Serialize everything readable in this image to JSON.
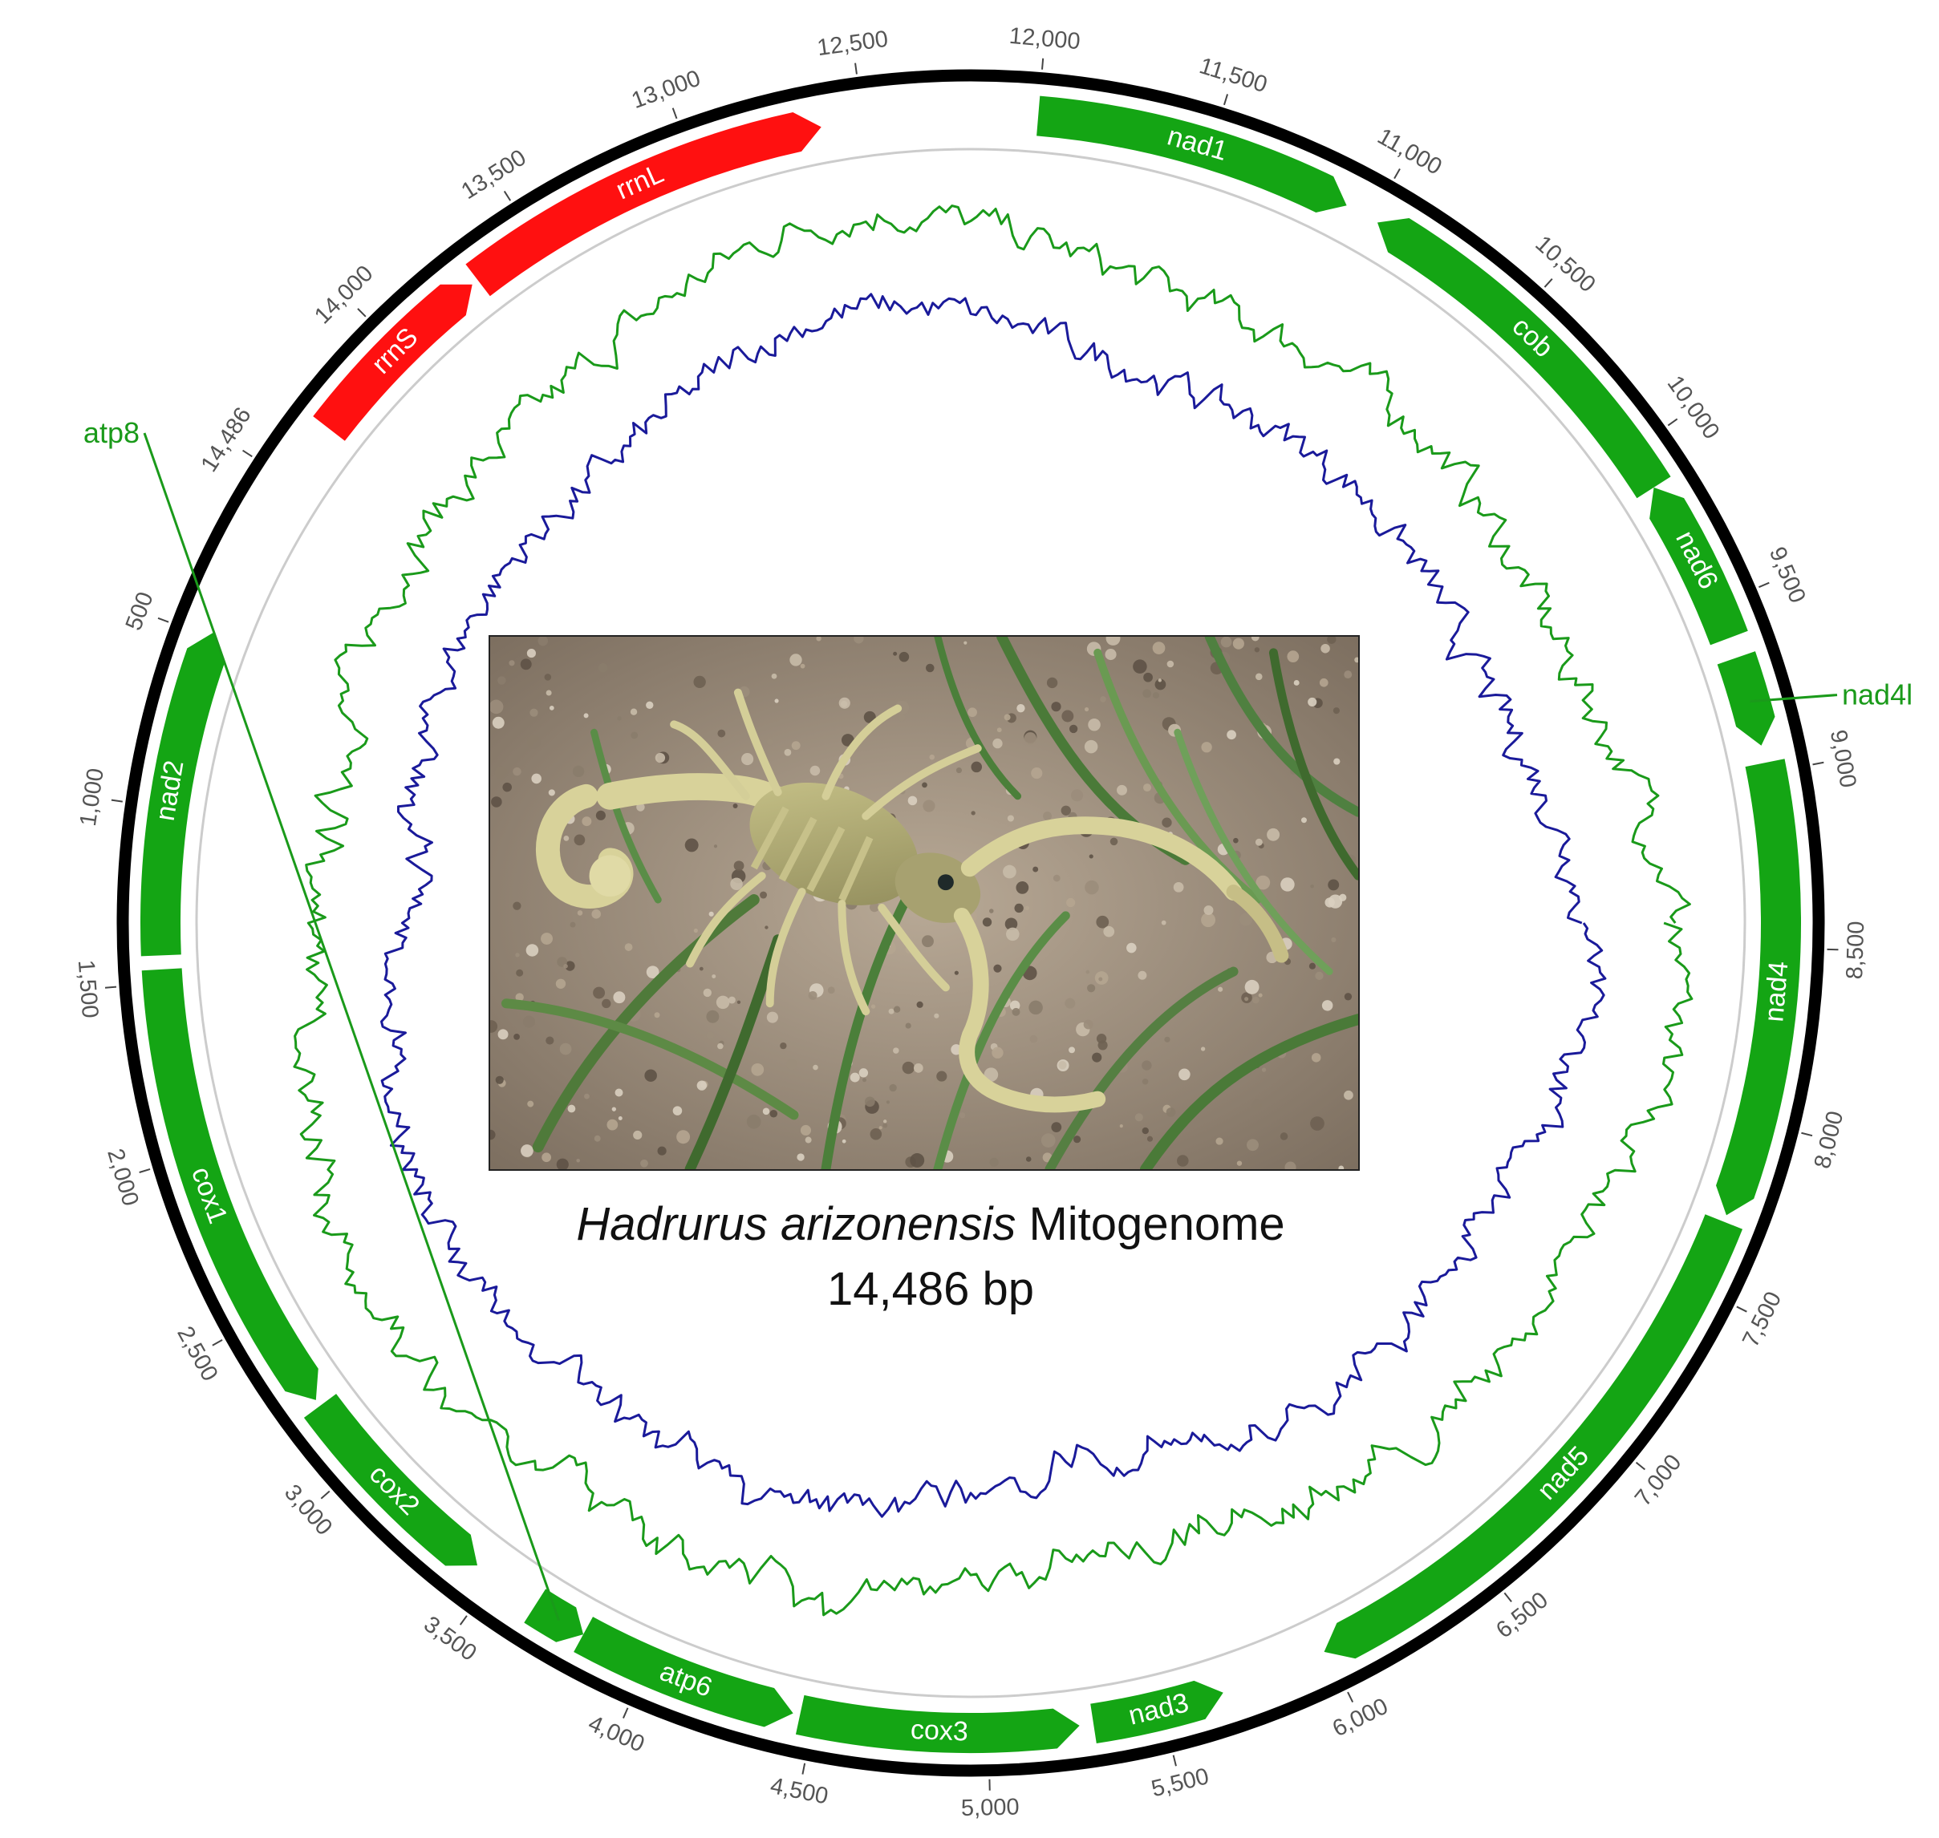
{
  "title": {
    "species": "Hadrurus arizonensis",
    "word": "Mitogenome",
    "length": "14,486 bp"
  },
  "genome": {
    "length_bp": 14486,
    "origin_label": "14,486",
    "scale_ticks": [
      500,
      1000,
      1500,
      2000,
      2500,
      3000,
      3500,
      4000,
      4500,
      5000,
      5500,
      6000,
      6500,
      7000,
      7500,
      8000,
      8500,
      9000,
      9500,
      10000,
      10500,
      11000,
      11500,
      12000,
      12500,
      13000,
      13500,
      14000
    ],
    "tick_labels": [
      "500",
      "1,000",
      "1,500",
      "2,000",
      "2,500",
      "3,000",
      "3,500",
      "4,000",
      "4,500",
      "5,000",
      "5,500",
      "6,000",
      "6,500",
      "7,000",
      "7,500",
      "8,000",
      "8,500",
      "9,000",
      "9,500",
      "10,000",
      "10,500",
      "11,000",
      "11,500",
      "12,000",
      "12,500",
      "13,000",
      "13,500",
      "14,000"
    ]
  },
  "genes": [
    {
      "name": "nad2",
      "start": 480,
      "end": 1420,
      "strand": -1,
      "type": "protein"
    },
    {
      "name": "cox1",
      "start": 1460,
      "end": 2780,
      "strand": 1,
      "type": "protein"
    },
    {
      "name": "cox2",
      "start": 2800,
      "end": 3440,
      "strand": 1,
      "type": "protein"
    },
    {
      "name": "atp8",
      "start": 3640,
      "end": 3800,
      "strand": 1,
      "type": "protein"
    },
    {
      "name": "atp6",
      "start": 3800,
      "end": 4440,
      "strand": 1,
      "type": "protein"
    },
    {
      "name": "cox3",
      "start": 4460,
      "end": 5260,
      "strand": 1,
      "type": "protein"
    },
    {
      "name": "nad3",
      "start": 5300,
      "end": 5680,
      "strand": 1,
      "type": "protein"
    },
    {
      "name": "nad5",
      "start": 5990,
      "end": 7700,
      "strand": -1,
      "type": "protein"
    },
    {
      "name": "nad4",
      "start": 7720,
      "end": 9030,
      "strand": -1,
      "type": "protein"
    },
    {
      "name": "nad4l",
      "start": 9080,
      "end": 9340,
      "strand": -1,
      "type": "protein"
    },
    {
      "name": "nad6",
      "start": 9400,
      "end": 9880,
      "strand": 1,
      "type": "protein"
    },
    {
      "name": "cob",
      "start": 9880,
      "end": 10980,
      "strand": 1,
      "type": "protein"
    },
    {
      "name": "nad1",
      "start": 11080,
      "end": 12000,
      "strand": -1,
      "type": "protein"
    },
    {
      "name": "rrnL",
      "start": 12620,
      "end": 13700,
      "strand": -1,
      "type": "rRNA"
    },
    {
      "name": "rrnS",
      "start": 13720,
      "end": 14300,
      "strand": -1,
      "type": "rRNA"
    }
  ],
  "callouts": [
    {
      "name": "atp8",
      "text": "atp8"
    },
    {
      "name": "nad4l",
      "text": "nad4l"
    }
  ],
  "tracks": [
    {
      "color": "#1a9a1a"
    },
    {
      "color": "#1a1a9a"
    }
  ],
  "colors": {
    "outer_ring": "#000000",
    "protein_gene": "#14a514",
    "rrna_gene": "#ff1010",
    "inner_ring": "#cccccc",
    "gc_skew_green": "#1a9a1a",
    "gc_skew_blue": "#1a1a9a"
  },
  "photo_subject": "scorpion-photo"
}
